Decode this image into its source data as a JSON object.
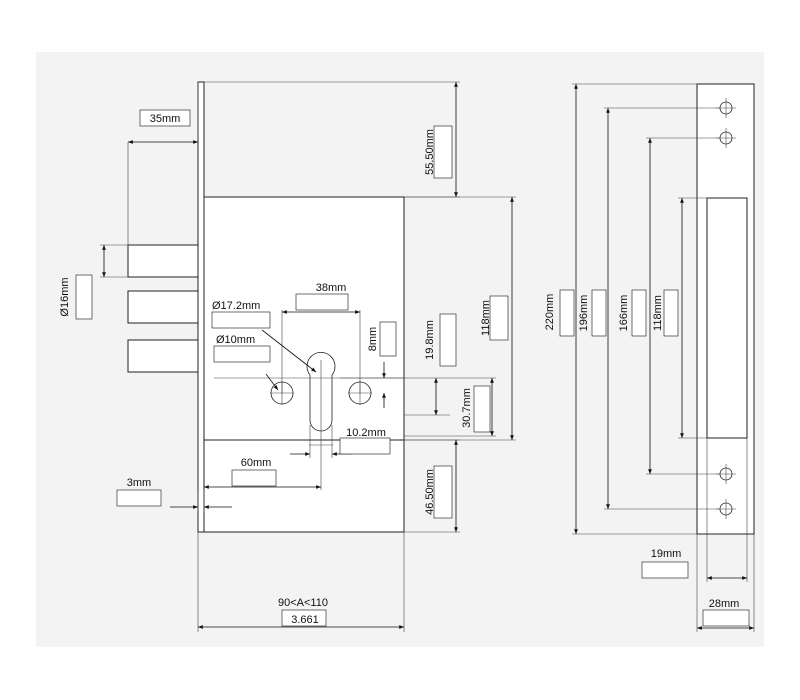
{
  "dimensions": {
    "bolt_spacing": "35mm",
    "top_offset": "55.50mm",
    "bolt_diameter": "Ø16mm",
    "cylinder_spacing": "38mm",
    "cylinder_diameter_large": "Ø17.2mm",
    "cylinder_diameter_small": "Ø10mm",
    "keyhole_offset": "8mm",
    "case_height": "118mm",
    "keyhole_height": "19.8mm",
    "keyhole_total": "30.7mm",
    "keyhole_width": "10.2mm",
    "backset": "60mm",
    "faceplate_thickness": "3mm",
    "bottom_offset": "46.50mm",
    "width_range": "90<A<110",
    "width_value": "3.661",
    "strike_total_height": "220mm",
    "strike_hole_spacing_outer": "196mm",
    "strike_hole_spacing_inner": "166mm",
    "strike_slot_height": "118mm",
    "strike_slot_width": "19mm",
    "strike_plate_width": "28mm"
  }
}
